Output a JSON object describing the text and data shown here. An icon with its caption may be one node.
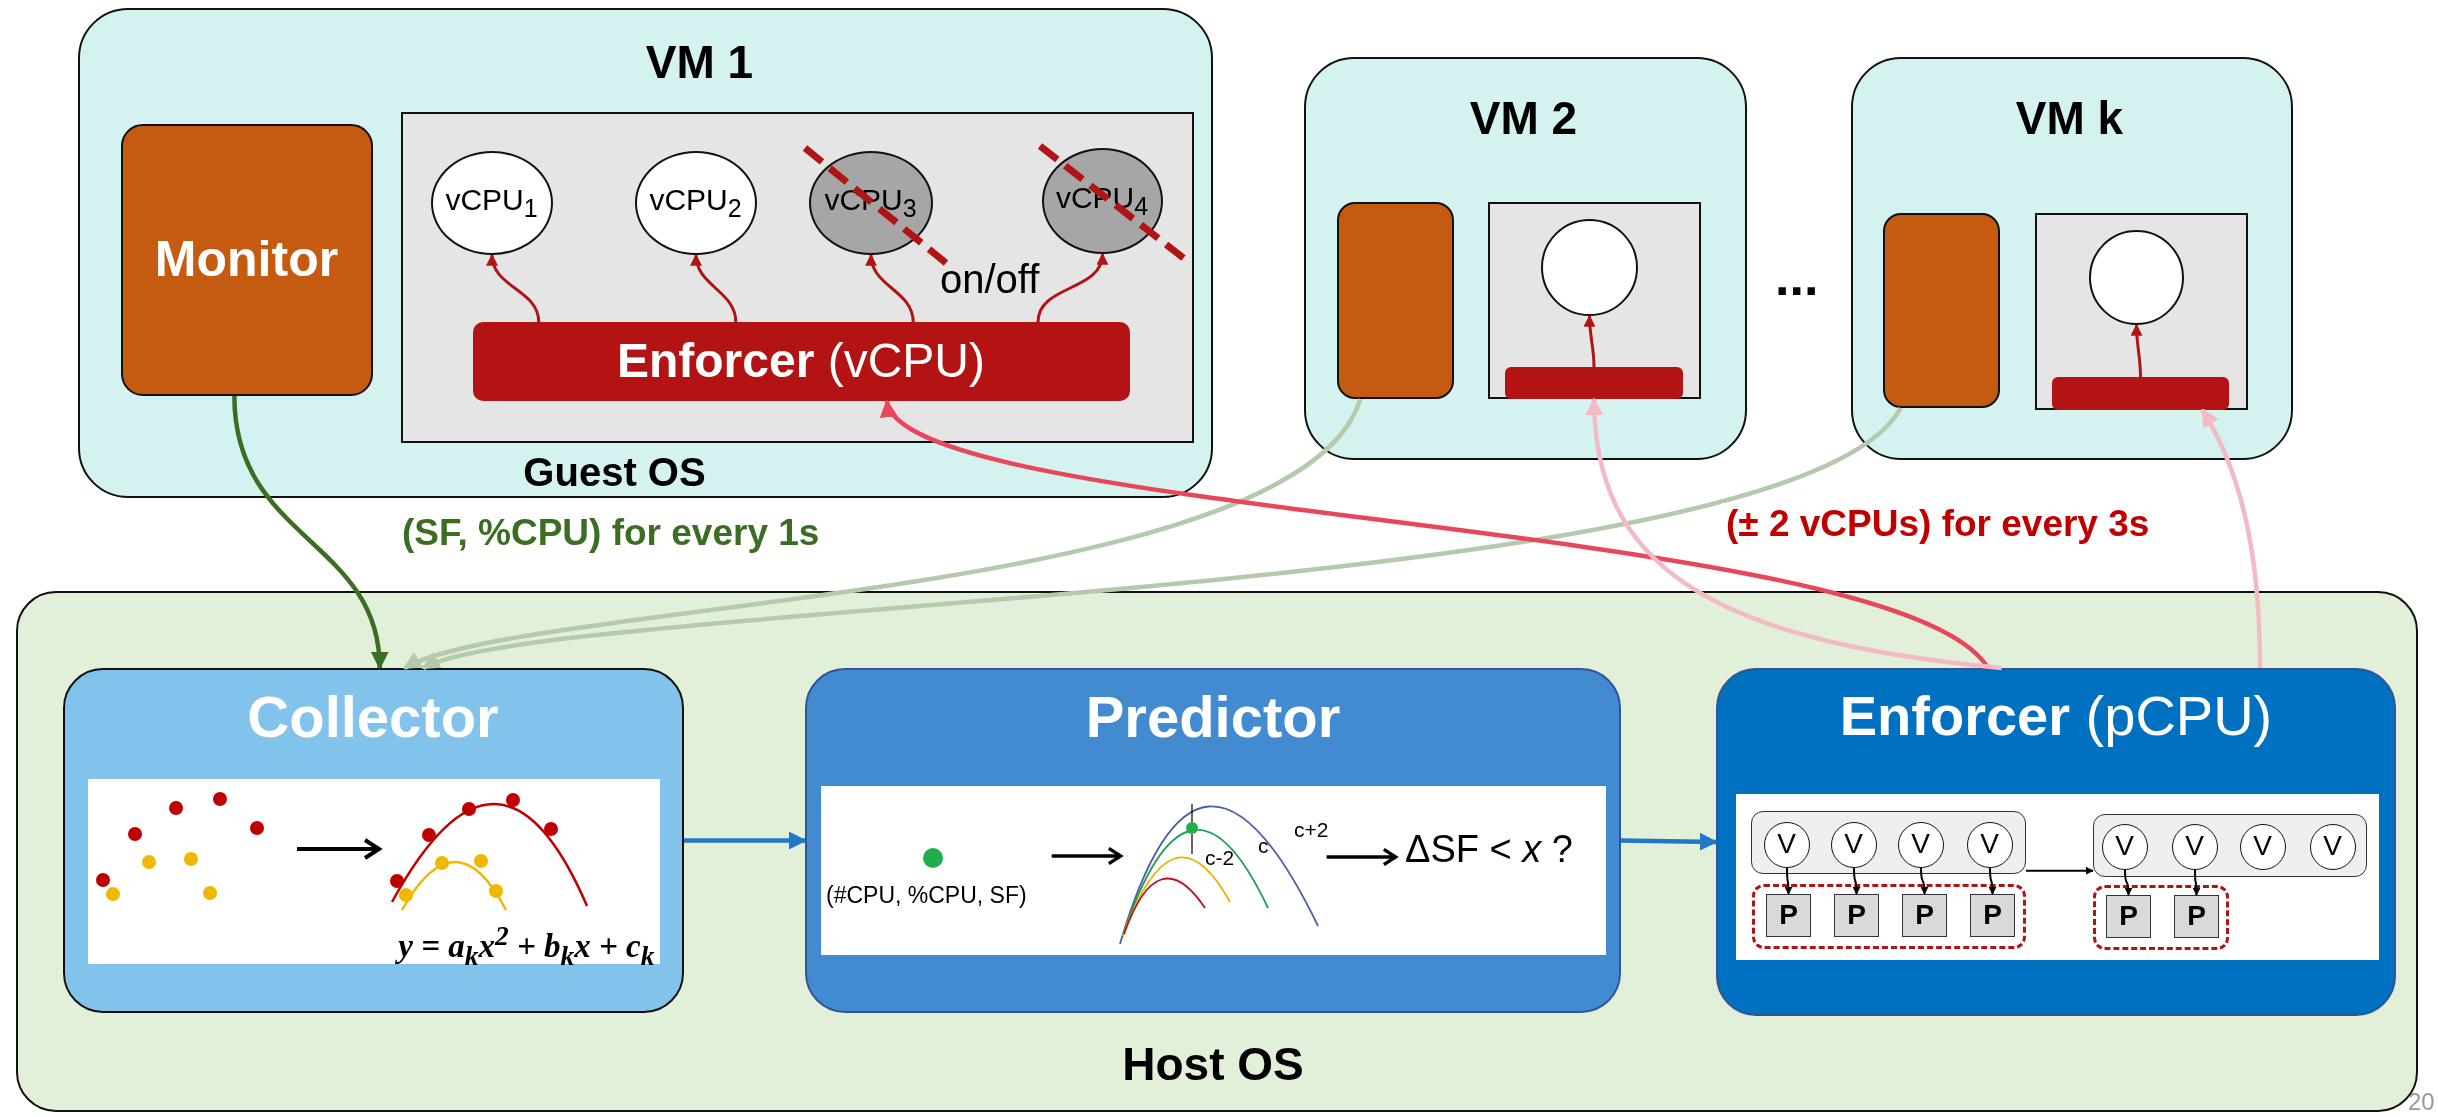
{
  "diagram": {
    "nodes": [
      {
        "text": [
          "VM 1",
          "Guest OS"
        ]
      },
      {
        "text": [
          "Monitor"
        ],
        "in": 0
      },
      {
        "text": [],
        "shape": "box",
        "in": 0
      },
      {
        "text": [
          "vCPU$_{1}$"
        ],
        "in": 2
      },
      {
        "text": [
          "vCPU$_{2}$"
        ],
        "in": 2
      },
      {
        "text": [
          "vCPU$_{3}$"
        ],
        "in": 2
      },
      {
        "text": [
          "vCPU$_{4}$"
        ],
        "in": 2
      },
      {
        "text": [
          "**Enforcer** (vCPU)"
        ],
        "in": 2
      },
      {
        "text": [
          "VM 2"
        ]
      },
      {
        "text": [],
        "shape": "box",
        "in": 8
      },
      {
        "text": [],
        "shape": "box",
        "in": 8
      },
      {
        "text": [],
        "shape": "circle",
        "in": 10
      },
      {
        "text": [],
        "shape": "bar",
        "in": 10
      },
      {
        "text": [
          "VM k"
        ]
      },
      {
        "text": [],
        "shape": "box",
        "in": 13
      },
      {
        "text": [],
        "shape": "box",
        "in": 13
      },
      {
        "text": [],
        "shape": "circle",
        "in": 15
      },
      {
        "text": [],
        "shape": "bar",
        "in": 15
      },
      {
        "text": [
          "Host OS"
        ]
      },
      {
        "text": [
          "Collector",
          "y = a$_{k}$x$^{2}$ + b$_{k}$x + c$_{k}$"
        ],
        "in": 18
      },
      {
        "text": [
          "Predictor",
          "(#CPU, %CPU, SF)",
          "c-2",
          "c",
          "c+2",
          "ΔSF < *x* ?"
        ],
        "in": 18
      },
      {
        "text": [
          "**Enforcer** (pCPU)"
        ],
        "in": 18
      },
      {
        "text": [],
        "shape": "box",
        "in": 21
      },
      {
        "text": [
          "V"
        ],
        "in": 22
      },
      {
        "text": [
          "V"
        ],
        "in": 22
      },
      {
        "text": [
          "V"
        ],
        "in": 22
      },
      {
        "text": [
          "V"
        ],
        "in": 22
      },
      {
        "text": [],
        "shape": "box",
        "in": 21
      },
      {
        "text": [
          "P"
        ],
        "in": 27
      },
      {
        "text": [
          "P"
        ],
        "in": 27
      },
      {
        "text": [
          "P"
        ],
        "in": 27
      },
      {
        "text": [
          "P"
        ],
        "in": 27
      },
      {
        "text": [],
        "shape": "box",
        "in": 21
      },
      {
        "text": [
          "V"
        ],
        "in": 32
      },
      {
        "text": [
          "V"
        ],
        "in": 32
      },
      {
        "text": [
          "V"
        ],
        "in": 32
      },
      {
        "text": [
          "V"
        ],
        "in": 32
      },
      {
        "text": [],
        "shape": "box",
        "in": 21
      },
      {
        "text": [
          "P"
        ],
        "in": 37
      },
      {
        "text": [
          "P"
        ],
        "in": 37
      }
    ],
    "edges": [
      {
        "from": 7,
        "to": 3,
        "arrow": "to",
        "color": "#b01515"
      },
      {
        "from": 7,
        "to": 4,
        "arrow": "to",
        "color": "#b01515"
      },
      {
        "from": 7,
        "to": 5,
        "arrow": "to",
        "color": "#b01515"
      },
      {
        "from": 7,
        "to": 6,
        "arrow": "to",
        "color": "#b01515"
      },
      {
        "from": 12,
        "to": 11,
        "arrow": "to",
        "color": "#b01515"
      },
      {
        "from": 17,
        "to": 16,
        "arrow": "to",
        "color": "#b01515"
      },
      {
        "from": 1,
        "to": 19,
        "arrow": "to",
        "label": "(SF, %CPU) for every 1s",
        "color": "#3b6e22"
      },
      {
        "from": 9,
        "to": 19,
        "arrow": "to",
        "color": "#b5c9ad"
      },
      {
        "from": 14,
        "to": 19,
        "arrow": "to",
        "color": "#b5c9ad"
      },
      {
        "from": 21,
        "to": 7,
        "arrow": "to",
        "label": "(± 2 vCPUs) for every 3s",
        "color": "#e8475b"
      },
      {
        "from": 21,
        "to": 12,
        "arrow": "to",
        "color": "#f2bac2"
      },
      {
        "from": 21,
        "to": 17,
        "arrow": "to",
        "color": "#f2bac2"
      },
      {
        "from": 19,
        "to": 20,
        "arrow": "to",
        "color": "#1f78c8"
      },
      {
        "from": 20,
        "to": 21,
        "arrow": "to",
        "color": "#1f78c8"
      },
      {
        "from": 23,
        "to": 28,
        "arrow": "to"
      },
      {
        "from": 24,
        "to": 29,
        "arrow": "to"
      },
      {
        "from": 25,
        "to": 30,
        "arrow": "to"
      },
      {
        "from": 26,
        "to": 31,
        "arrow": "to"
      },
      {
        "from": 33,
        "to": 38,
        "arrow": "to"
      },
      {
        "from": 34,
        "to": 39,
        "arrow": "to"
      },
      {
        "from": 22,
        "to": 32,
        "arrow": "to"
      }
    ],
    "labels": [
      "on/off",
      "...",
      "20"
    ]
  }
}
